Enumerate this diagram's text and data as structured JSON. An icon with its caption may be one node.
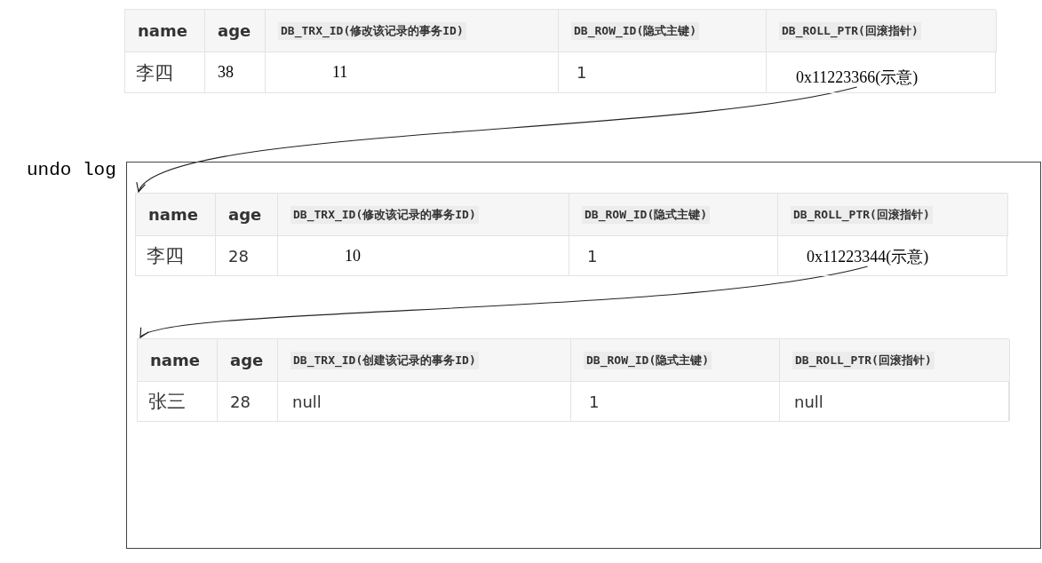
{
  "diagram": {
    "nodes": [
      {
        "text": [],
        "shape": "box"
      },
      {
        "text": [
          "0x11223366(示意)"
        ],
        "in": 0
      },
      {
        "text": [
          "undo log"
        ]
      },
      {
        "text": [],
        "shape": "box",
        "in": 2
      },
      {
        "text": [
          "0x11223344(示意)"
        ],
        "in": 3
      },
      {
        "text": [],
        "shape": "box",
        "in": 2
      }
    ],
    "edges": [
      {
        "from": 1,
        "to": 3,
        "arrow": "to"
      },
      {
        "from": 4,
        "to": 5,
        "arrow": "to"
      }
    ],
    "labels": [
      "name",
      "age",
      "DB_TRX_ID(修改该记录的事务ID)",
      "DB_ROW_ID(隐式主键)",
      "DB_ROLL_PTR(回滚指针)",
      "李四",
      "38",
      "11",
      "1",
      "name",
      "age",
      "DB_TRX_ID(修改该记录的事务ID)",
      "DB_ROW_ID(隐式主键)",
      "DB_ROLL_PTR(回滚指针)",
      "李四",
      "28",
      "10",
      "1",
      "name",
      "age",
      "DB_TRX_ID(创建该记录的事务ID)",
      "DB_ROW_ID(隐式主键)",
      "DB_ROLL_PTR(回滚指针)",
      "张三",
      "28",
      "null",
      "1",
      "null"
    ]
  }
}
